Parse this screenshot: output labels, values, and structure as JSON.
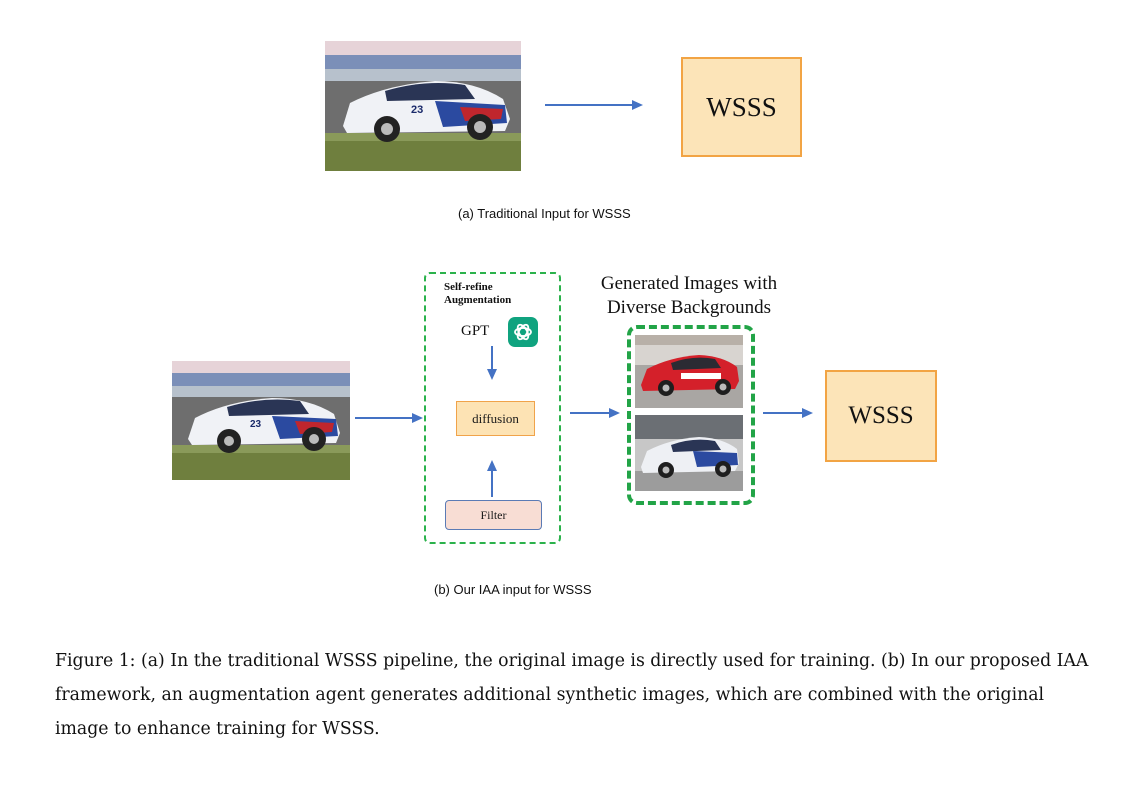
{
  "panel_a": {
    "wsss_label": "WSSS",
    "subcaption": "(a) Traditional Input for WSSS",
    "car_number": "23"
  },
  "panel_b": {
    "augmentation_title_line1": "Self-refine",
    "augmentation_title_line2": "Augmentation",
    "gpt_label": "GPT",
    "diffusion_label": "diffusion",
    "filter_label": "Filter",
    "generated_title_line1": "Generated Images with",
    "generated_title_line2": "Diverse Backgrounds",
    "wsss_label": "WSSS",
    "subcaption": "(b) Our IAA input for WSSS",
    "car_number": "23"
  },
  "caption": "Figure 1: (a) In the traditional WSSS pipeline, the original image is directly used for training. (b) In our proposed IAA framework, an augmentation agent generates additional synthetic images, which are combined with the original image to enhance training for WSSS.",
  "colors": {
    "arrow": "#4472c4",
    "box_fill": "#fce4b8",
    "box_border": "#f2a444",
    "dashed_green": "#2bb24c",
    "gpt_green": "#10a37f"
  }
}
